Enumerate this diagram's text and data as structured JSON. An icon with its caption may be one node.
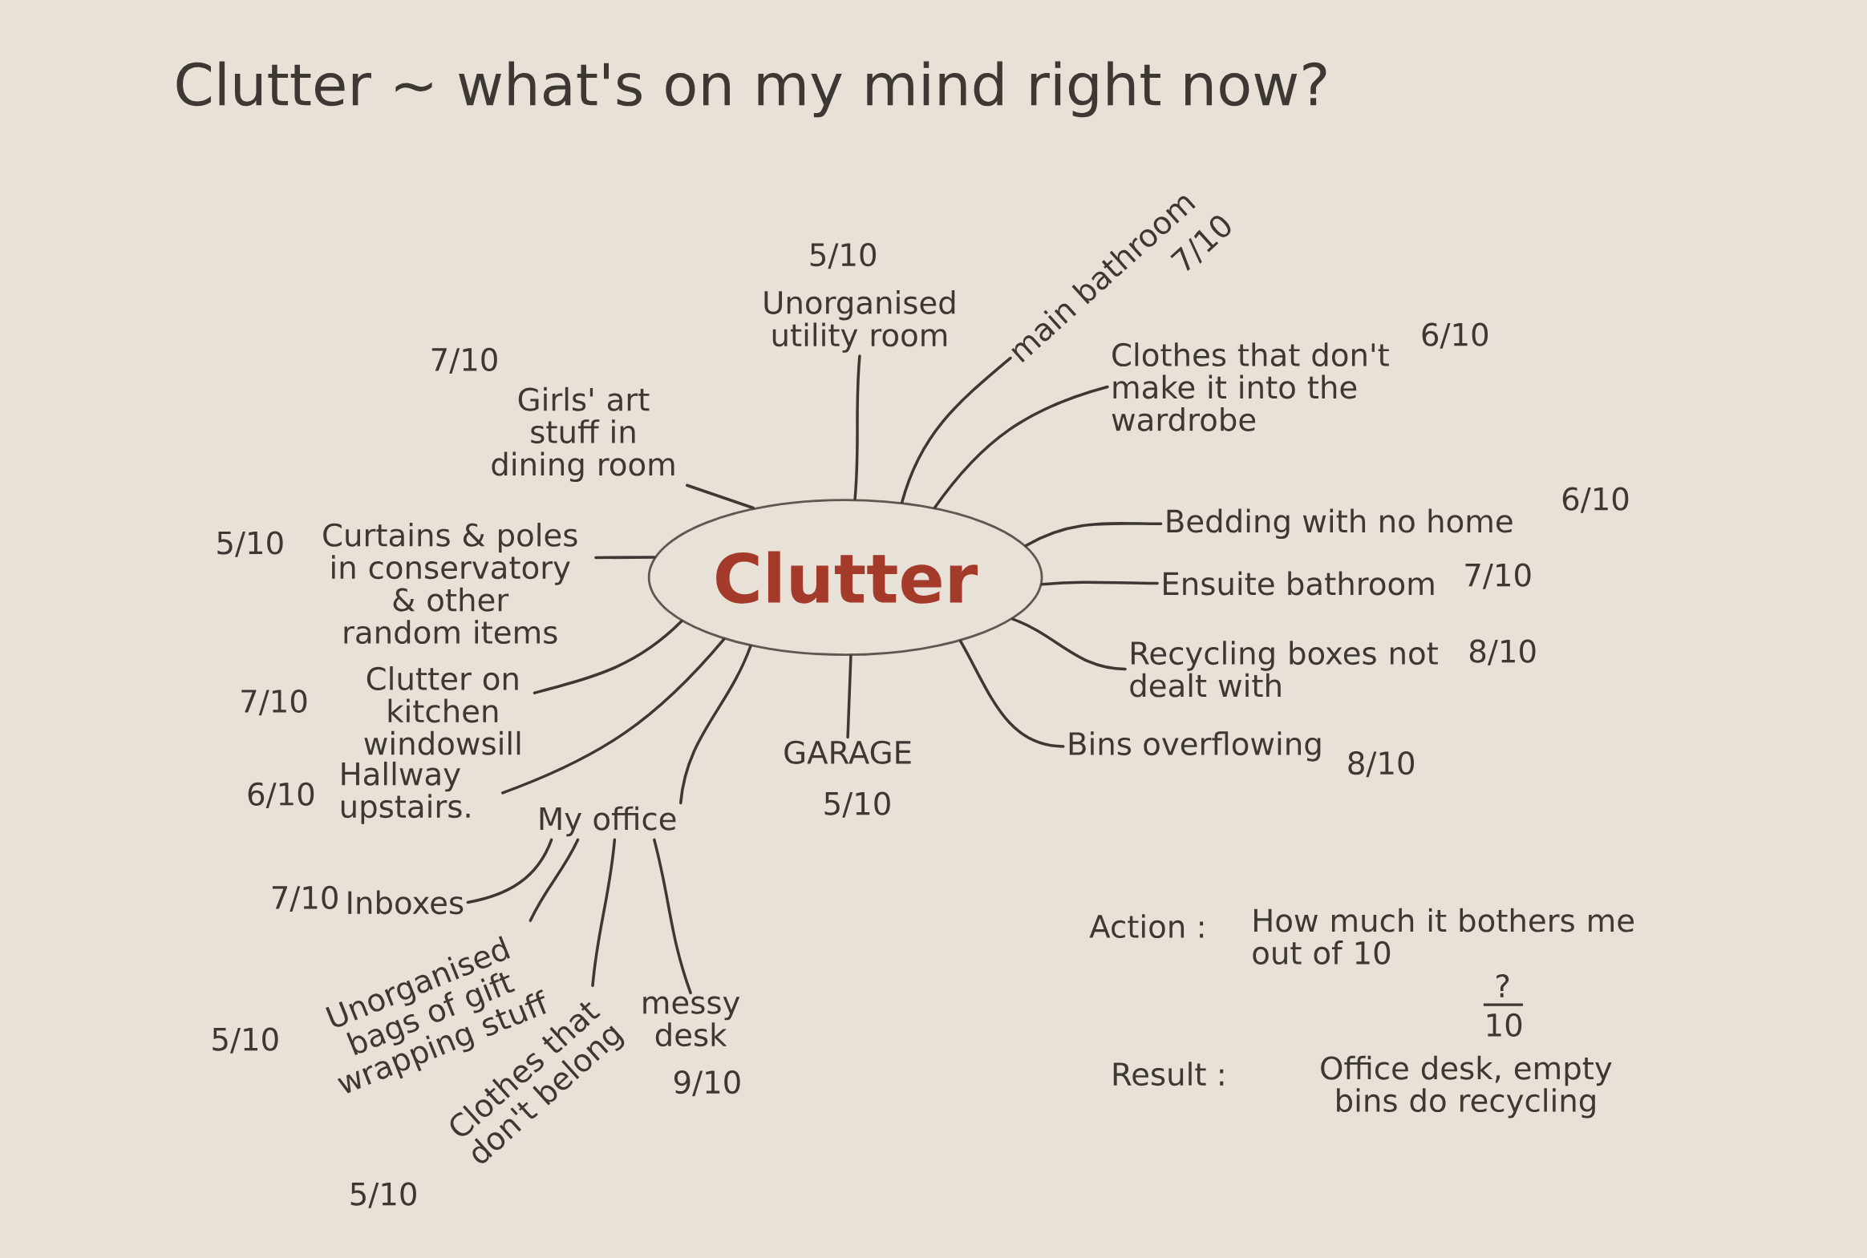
{
  "diagram": {
    "title": "Clutter ~ what's on my mind right now?",
    "nodes": [
      {
        "text": [
          "Clutter"
        ]
      },
      {
        "text": [
          "Unorganised utility room"
        ],
        "beside": [
          "5/10"
        ]
      },
      {
        "text": [
          "main bathroom"
        ],
        "beside": [
          "7/10"
        ]
      },
      {
        "text": [
          "Clothes that don't make it into the wardrobe"
        ],
        "beside": [
          "6/10"
        ]
      },
      {
        "text": [
          "Bedding with no home"
        ],
        "beside": [
          "6/10"
        ]
      },
      {
        "text": [
          "Ensuite bathroom"
        ],
        "beside": [
          "7/10"
        ]
      },
      {
        "text": [
          "Recycling boxes not dealt with"
        ],
        "beside": [
          "8/10"
        ]
      },
      {
        "text": [
          "Bins overflowing"
        ],
        "beside": [
          "8/10"
        ]
      },
      {
        "text": [
          "GARAGE"
        ],
        "beside": [
          "5/10"
        ]
      },
      {
        "text": [
          "Girls' art stuff in dining room"
        ],
        "beside": [
          "7/10"
        ]
      },
      {
        "text": [
          "Curtains & poles in conservatory & other random items"
        ],
        "beside": [
          "5/10"
        ]
      },
      {
        "text": [
          "Clutter on kitchen windowsill"
        ],
        "beside": [
          "7/10"
        ]
      },
      {
        "text": [
          "Hallway upstairs."
        ],
        "beside": [
          "6/10"
        ]
      },
      {
        "text": [
          "My office"
        ]
      },
      {
        "text": [
          "Inboxes"
        ],
        "beside": [
          "7/10"
        ]
      },
      {
        "text": [
          "Unorganised bags of gift wrapping stuff"
        ],
        "beside": [
          "5/10"
        ]
      },
      {
        "text": [
          "Clothes that don't belong"
        ],
        "beside": [
          "5/10"
        ]
      },
      {
        "text": [
          "messy desk"
        ],
        "beside": [
          "9/10"
        ]
      }
    ],
    "edges": [
      {
        "from": 0,
        "to": 1,
        "arrow": "none"
      },
      {
        "from": 0,
        "to": 2,
        "arrow": "none"
      },
      {
        "from": 0,
        "to": 3,
        "arrow": "none"
      },
      {
        "from": 0,
        "to": 4,
        "arrow": "none"
      },
      {
        "from": 0,
        "to": 5,
        "arrow": "none"
      },
      {
        "from": 0,
        "to": 6,
        "arrow": "none"
      },
      {
        "from": 0,
        "to": 7,
        "arrow": "none"
      },
      {
        "from": 0,
        "to": 8,
        "arrow": "none"
      },
      {
        "from": 0,
        "to": 9,
        "arrow": "none"
      },
      {
        "from": 0,
        "to": 10,
        "arrow": "none"
      },
      {
        "from": 0,
        "to": 11,
        "arrow": "none"
      },
      {
        "from": 0,
        "to": 12,
        "arrow": "none"
      },
      {
        "from": 0,
        "to": 13,
        "arrow": "none"
      },
      {
        "from": 13,
        "to": 14,
        "arrow": "none"
      },
      {
        "from": 13,
        "to": 15,
        "arrow": "none"
      },
      {
        "from": 13,
        "to": 16,
        "arrow": "none"
      },
      {
        "from": 13,
        "to": 17,
        "arrow": "none"
      }
    ],
    "labels": [
      "Action :",
      "How much it bothers me out of 10",
      "?",
      "10",
      "Result :",
      "Office desk, empty bins do recycling"
    ]
  }
}
